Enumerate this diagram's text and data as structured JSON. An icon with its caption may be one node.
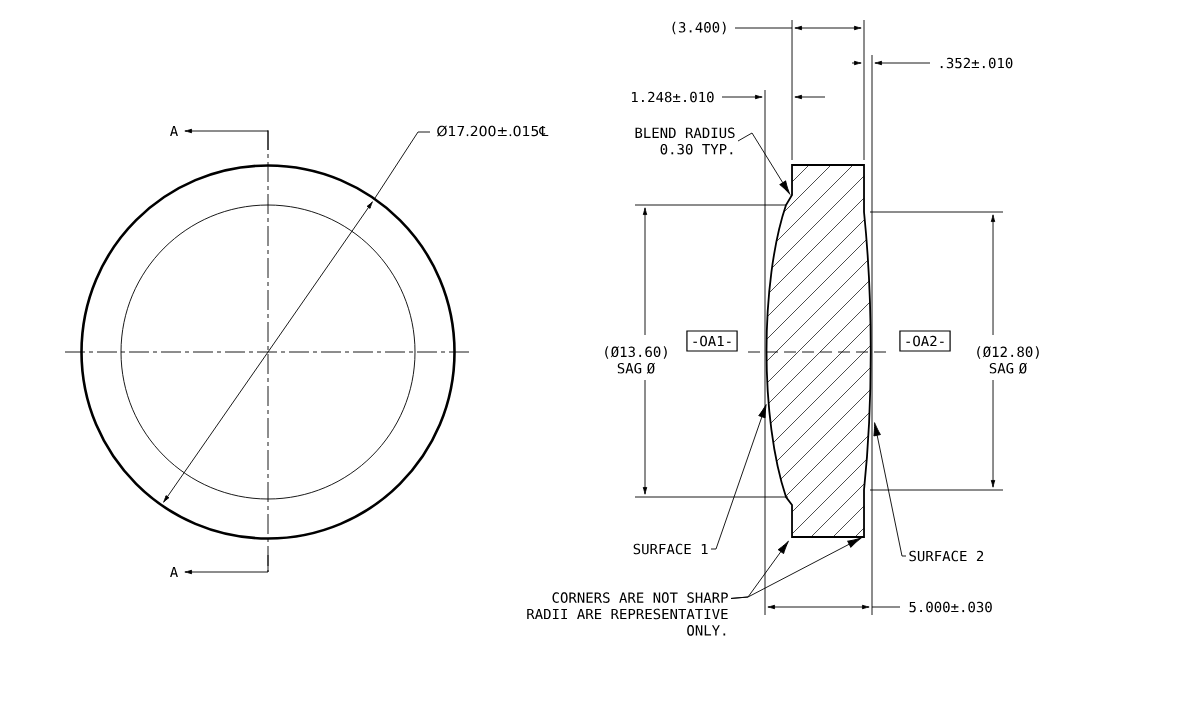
{
  "diagram": {
    "nodes": [
      {
        "text": [
          "-OA1-"
        ]
      },
      {
        "text": [
          "-OA2-"
        ]
      },
      {
        "text": [
          "BLEND RADIUS 0.30 TYP."
        ]
      },
      {
        "text": [
          "SURFACE 1"
        ]
      },
      {
        "text": [
          "SURFACE 2"
        ]
      },
      {
        "text": [
          "CORNERS ARE NOT SHARP RADII ARE REPRESENTATIVE ONLY."
        ]
      },
      {
        "text": [],
        "shape": "picture"
      }
    ],
    "edges": [
      {
        "from": 2,
        "to": 6,
        "arrow": "to"
      },
      {
        "from": 3,
        "to": 6,
        "arrow": "to"
      },
      {
        "from": 4,
        "to": 6,
        "arrow": "to"
      },
      {
        "from": 5,
        "to": 6,
        "arrow": "to"
      },
      {
        "from": 5,
        "to": 6,
        "arrow": "to"
      }
    ],
    "labels": [
      "(3.400)",
      ".352±.010",
      "A",
      "Ø17.200±.015℄",
      "1.248±.010",
      "(Ø13.60) SAG Ø",
      "(Ø12.80) SAG Ø",
      "A",
      "5.000±.030"
    ]
  }
}
